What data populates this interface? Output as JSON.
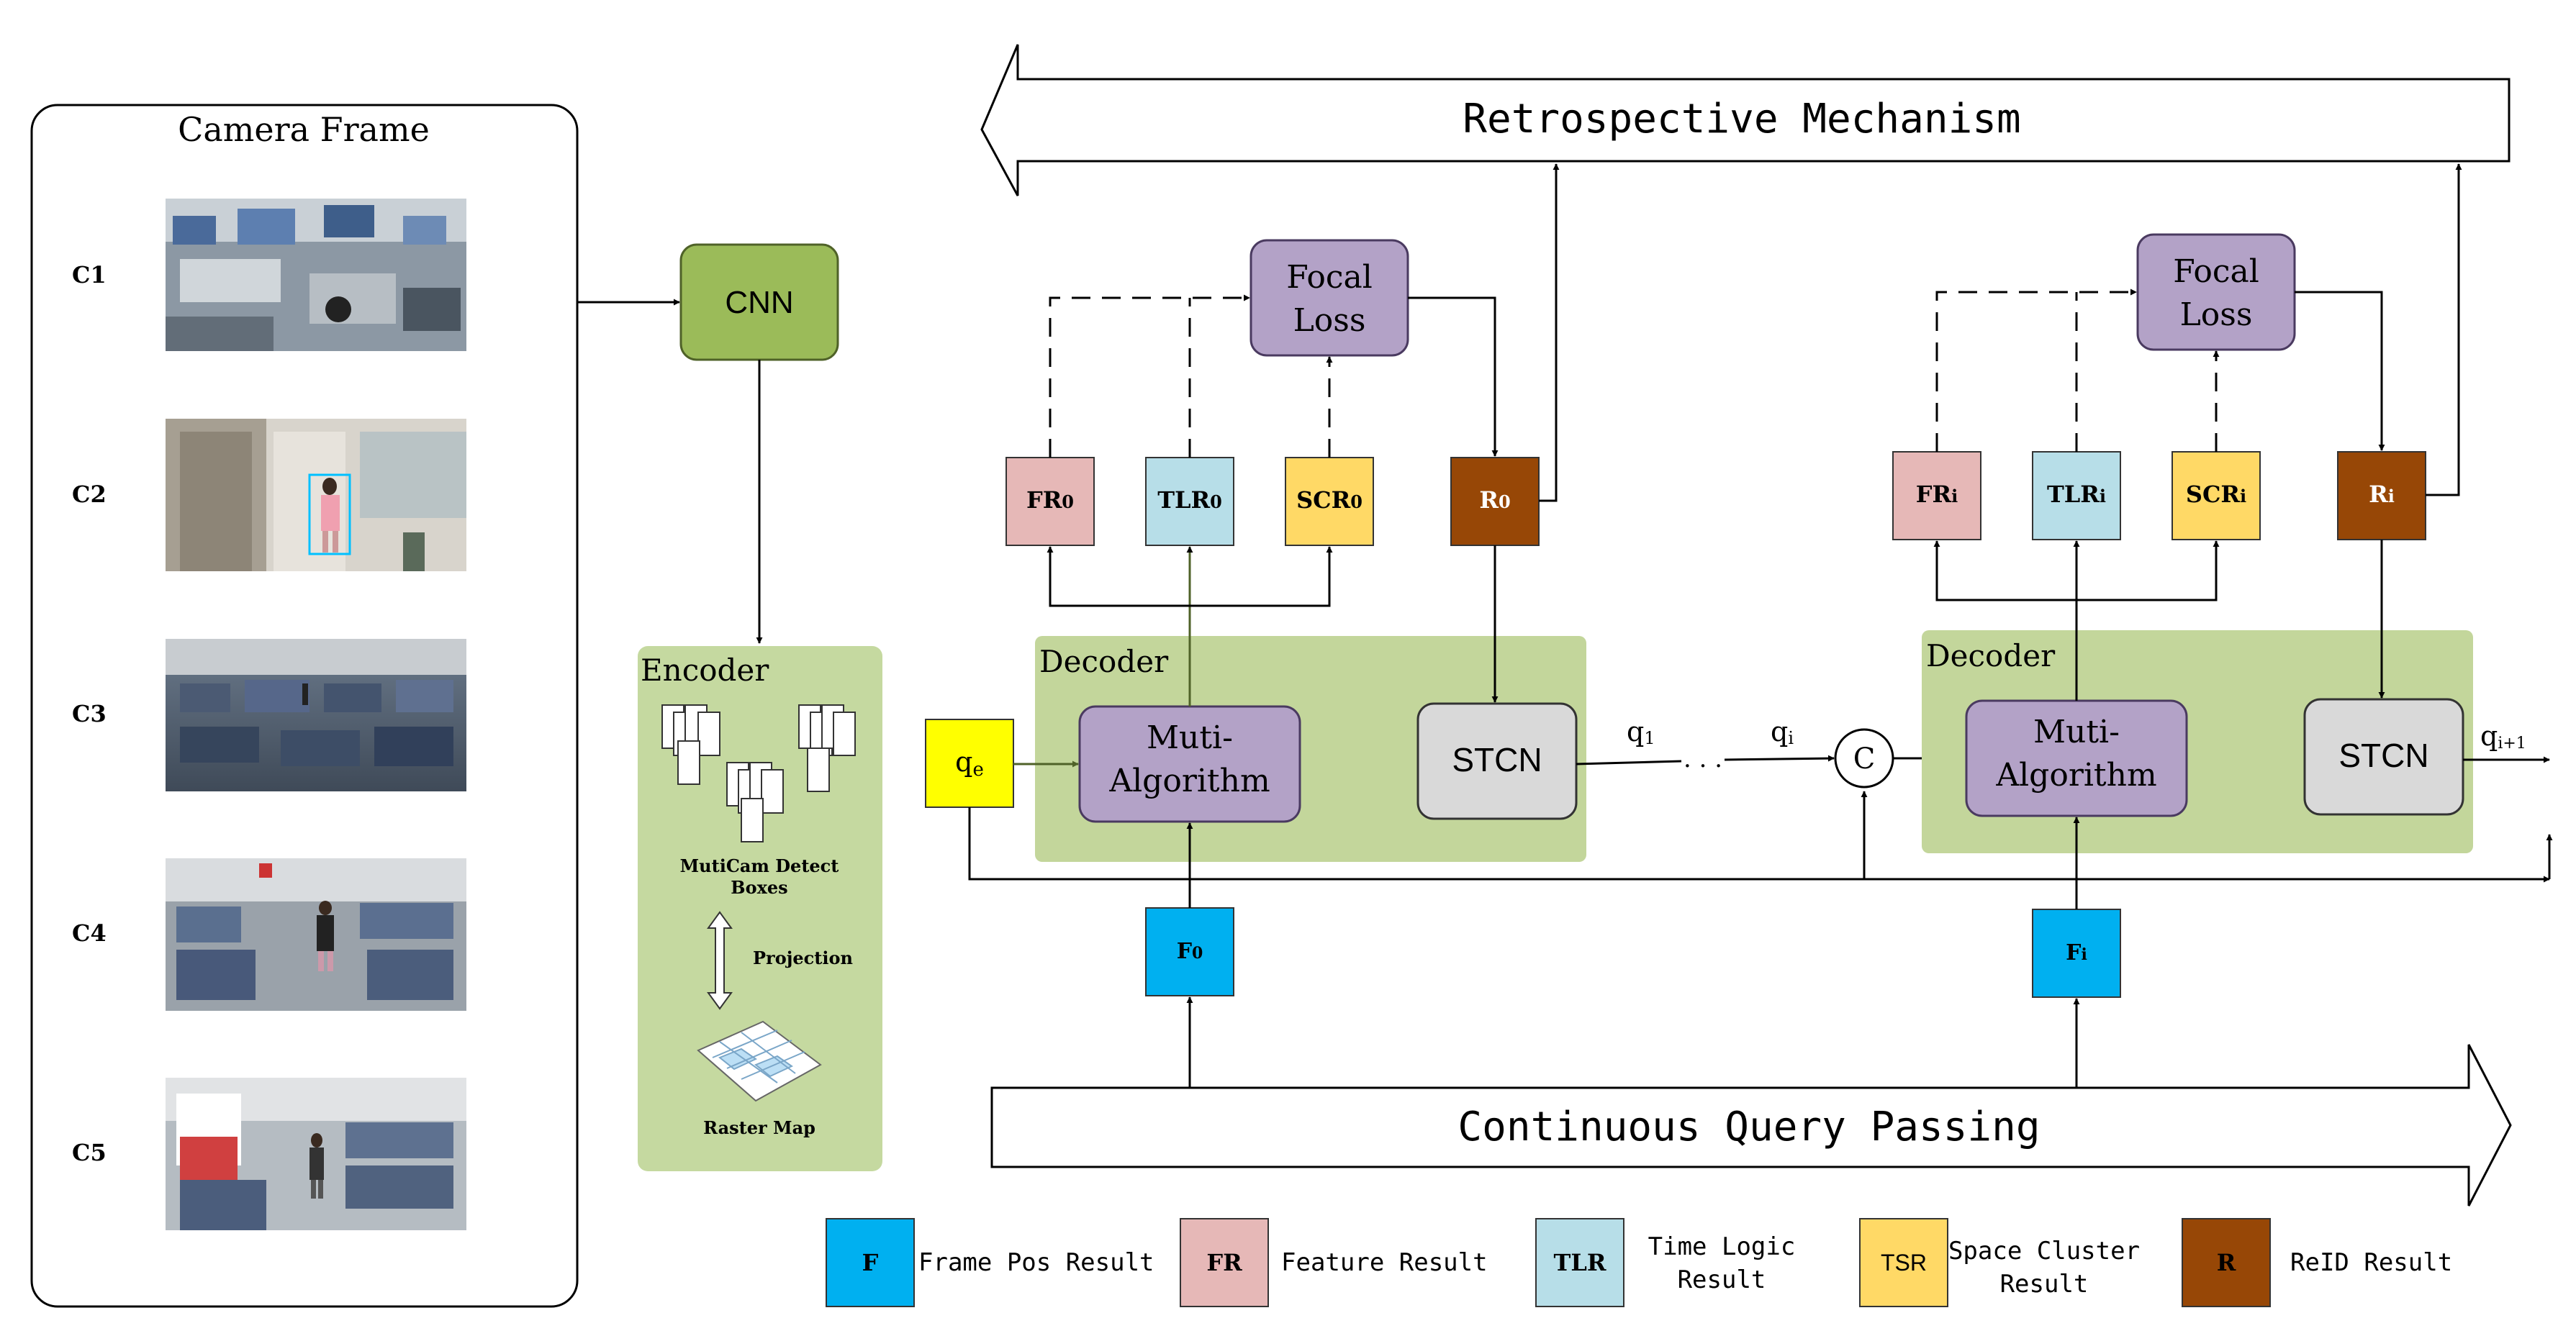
{
  "camera_frame": {
    "title": "Camera Frame",
    "cams": [
      {
        "label": "C1",
        "scene": "office-overhead"
      },
      {
        "label": "C2",
        "scene": "corridor-person"
      },
      {
        "label": "C3",
        "scene": "office-cubicles"
      },
      {
        "label": "C4",
        "scene": "office-person"
      },
      {
        "label": "C5",
        "scene": "office-aisle"
      }
    ]
  },
  "cnn": {
    "label": "CNN",
    "color": "#9BBB59"
  },
  "encoder": {
    "title": "Encoder",
    "detect_label_1": "MutiCam Detect",
    "detect_label_2": "Boxes",
    "projection_label": "Projection",
    "raster_label": "Raster Map",
    "color": "#C5D9A0"
  },
  "retrospective": {
    "label": "Retrospective Mechanism"
  },
  "continuous": {
    "label": "Continuous Query Passing"
  },
  "decoder_left": {
    "title": "Decoder",
    "focal_1": "Focal",
    "focal_2": "Loss",
    "muti_1": "Muti-",
    "muti_2": "Algorithm",
    "stcn": "STCN",
    "fr": "FR",
    "tlr": "TLR",
    "scr": "SCR",
    "r": "R",
    "f": "F",
    "sub": "0",
    "qe": "q",
    "qe_sub": "e"
  },
  "decoder_right": {
    "title": "Decoder",
    "focal_1": "Focal",
    "focal_2": "Loss",
    "muti_1": "Muti-",
    "muti_2": "Algorithm",
    "stcn": "STCN",
    "fr": "FR",
    "tlr": "TLR",
    "scr": "SCR",
    "r": "R",
    "f": "F",
    "sub": "i"
  },
  "queries": {
    "q1": "q",
    "q1_sub": "1",
    "qi": "q",
    "qi_sub": "i",
    "qi1": "q",
    "qi1_sub": "i+1",
    "dots": "· · ·",
    "concat": "C"
  },
  "legend": [
    {
      "key": "F",
      "text_1": "Frame Pos Result",
      "text_2": "",
      "color": "#00B0F0"
    },
    {
      "key": "FR",
      "text_1": "Feature Result",
      "text_2": "",
      "color": "#E6B8B7"
    },
    {
      "key": "TLR",
      "text_1": "Time Logic",
      "text_2": "Result",
      "color": "#B7DEE8"
    },
    {
      "key": "TSR",
      "text_1": "Space Cluster",
      "text_2": "Result",
      "color": "#FFD966"
    },
    {
      "key": "R",
      "text_1": "ReID Result",
      "text_2": "",
      "color": "#974706"
    }
  ],
  "colors": {
    "green_box": "#9BBB59",
    "decoder_bg": "#C3D69B",
    "purple": "#B3A2C7",
    "stcn": "#D9D9D9",
    "fr": "#E6B8B7",
    "tlr": "#B7DEE8",
    "scr": "#FFD966",
    "r": "#974706",
    "f": "#00B0F0",
    "qe": "#FFFF00"
  }
}
